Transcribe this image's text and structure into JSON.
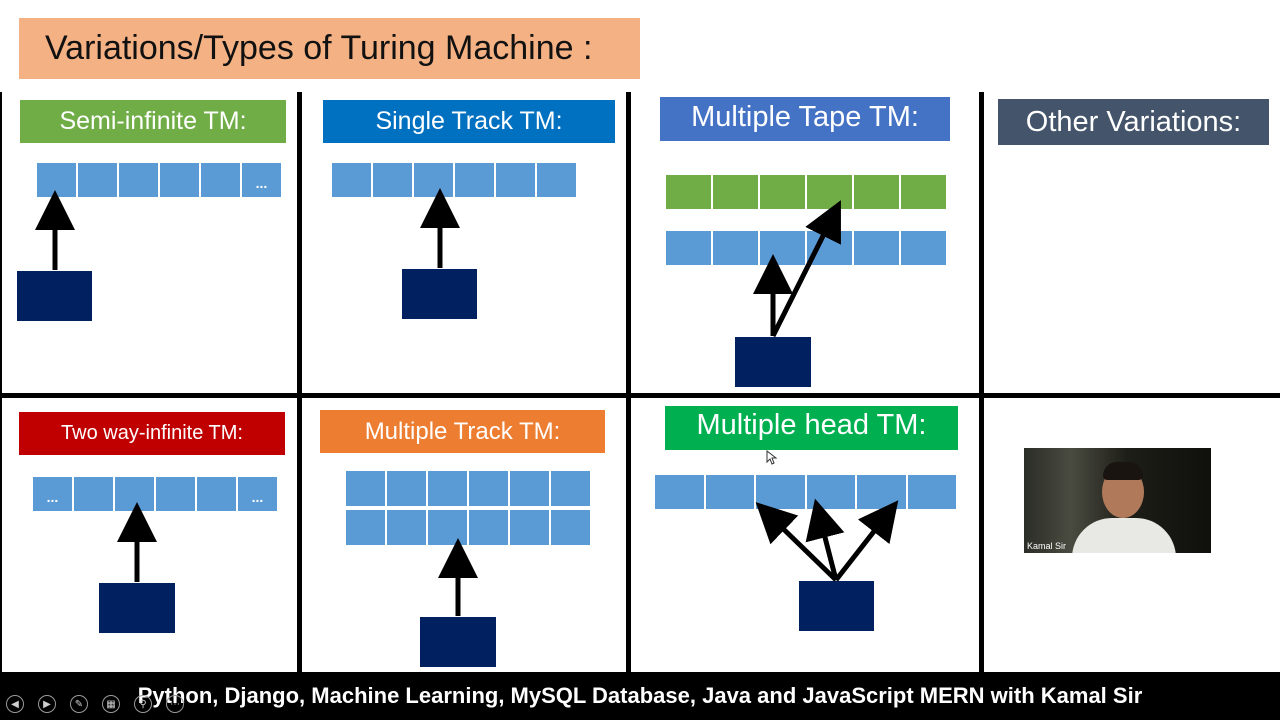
{
  "slide": {
    "title": "Variations/Types of Turing Machine :",
    "panels": {
      "semi_infinite": {
        "label": "Semi-infinite TM:",
        "color": "#70ad47",
        "last_cell": "..."
      },
      "single_track": {
        "label": "Single Track TM:",
        "color": "#0070c0"
      },
      "multiple_tape": {
        "label": "Multiple Tape TM:",
        "color": "#4472c4"
      },
      "other": {
        "label": "Other Variations:",
        "color": "#44546a"
      },
      "two_way": {
        "label": "Two way-infinite TM:",
        "color": "#c00000",
        "first_cell": "...",
        "last_cell": "..."
      },
      "multiple_track": {
        "label": "Multiple Track TM:",
        "color": "#ed7d31"
      },
      "multiple_head": {
        "label": "Multiple head TM:",
        "color": "#00b050"
      }
    }
  },
  "presenter": {
    "name": "Kamal Sir"
  },
  "footer": {
    "text": "Python, Django, Machine Learning, MySQL Database, Java and JavaScript MERN with Kamal Sir"
  },
  "colors": {
    "cell": "#5b9bd5",
    "green_cell": "#70ad47",
    "control_box": "#002060",
    "title_bg": "#f4b183"
  },
  "icons": [
    "prev-slide-icon",
    "next-slide-icon",
    "pen-icon",
    "slides-icon",
    "zoom-icon",
    "more-icon"
  ]
}
